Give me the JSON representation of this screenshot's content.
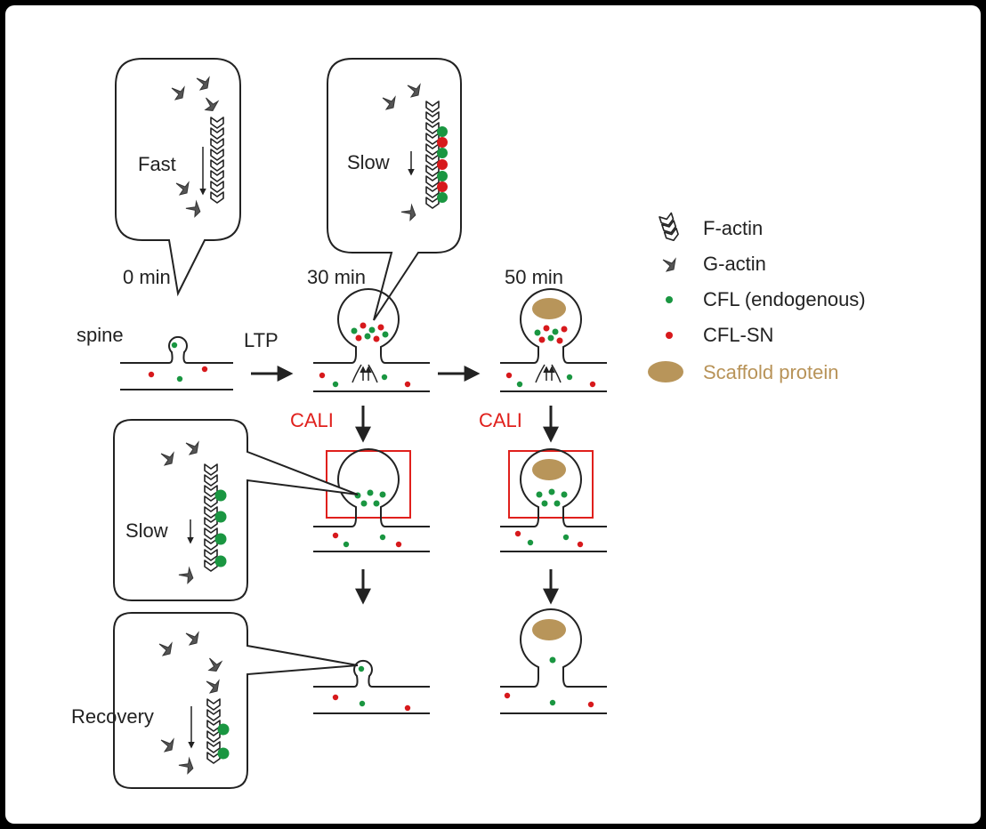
{
  "labels": {
    "fast": "Fast",
    "slow_top": "Slow",
    "slow_left": "Slow",
    "recovery": "Recovery",
    "time_0": "0 min",
    "time_30": "30 min",
    "time_50": "50 min",
    "spine": "spine",
    "ltp": "LTP",
    "cali_1": "CALI",
    "cali_2": "CALI"
  },
  "legend": {
    "factin": "F-actin",
    "gactin": "G-actin",
    "cfl_endogenous": "CFL (endogenous)",
    "cfl_sn": "CFL-SN",
    "scaffold": "Scaffold protein"
  },
  "colors": {
    "green": "#1a9641",
    "red": "#d7191c",
    "scaffold": "#b8955a",
    "scaffold_text": "#b89358",
    "cali": "#e0201c",
    "stroke": "#222222",
    "gactin": "#555555"
  }
}
